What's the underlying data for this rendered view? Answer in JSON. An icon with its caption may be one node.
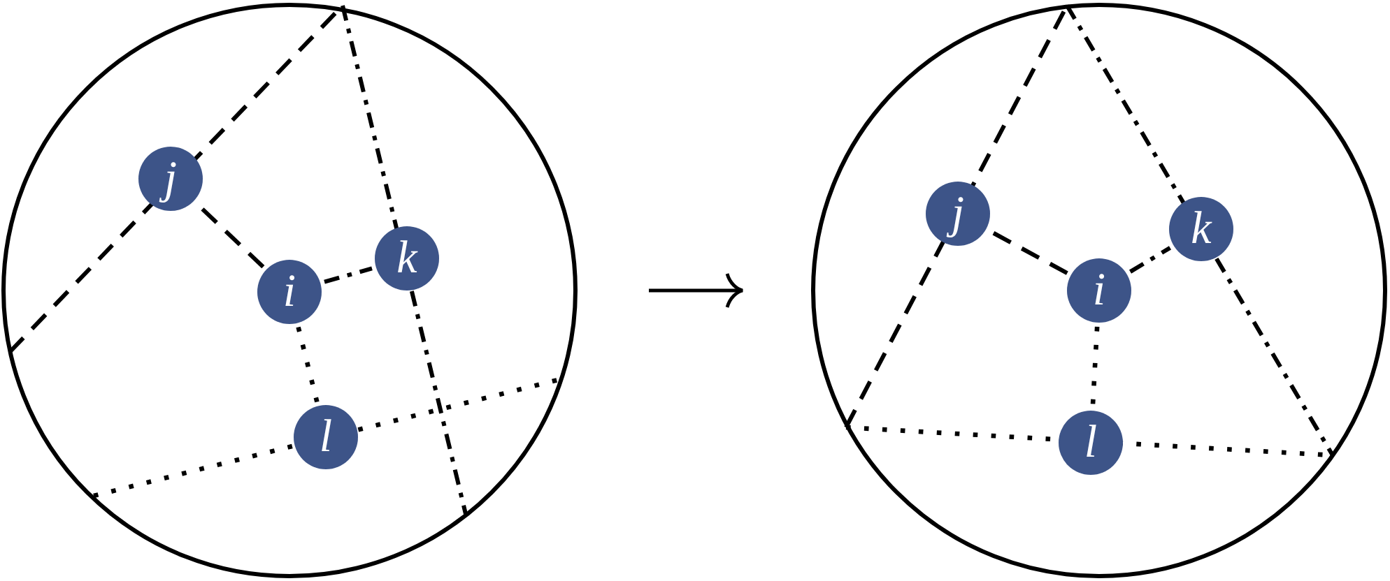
{
  "diagram": {
    "nodes": [
      {
        "text": [],
        "shape": "circle"
      },
      {
        "text": [
          "j"
        ],
        "in": 0
      },
      {
        "text": [
          "k"
        ],
        "in": 0
      },
      {
        "text": [
          "i"
        ],
        "in": 0
      },
      {
        "text": [
          "l"
        ],
        "in": 0
      },
      {
        "text": [],
        "shape": "circle"
      },
      {
        "text": [
          "j"
        ],
        "in": 5
      },
      {
        "text": [
          "k"
        ],
        "in": 5
      },
      {
        "text": [
          "i"
        ],
        "in": 5
      },
      {
        "text": [
          "l"
        ],
        "in": 5
      }
    ],
    "edges": [
      {
        "from": 3,
        "to": 1,
        "arrow": "none",
        "style": "dashed"
      },
      {
        "from": 3,
        "to": 2,
        "arrow": "none",
        "style": "dashed"
      },
      {
        "from": 3,
        "to": 4,
        "arrow": "none",
        "style": "dashed"
      },
      {
        "from": 8,
        "to": 6,
        "arrow": "none",
        "style": "dashed"
      },
      {
        "from": 8,
        "to": 7,
        "arrow": "none",
        "style": "dashed"
      },
      {
        "from": 8,
        "to": 9,
        "arrow": "none",
        "style": "dashed"
      },
      {
        "from": 0,
        "to": 5,
        "arrow": "to"
      }
    ]
  }
}
